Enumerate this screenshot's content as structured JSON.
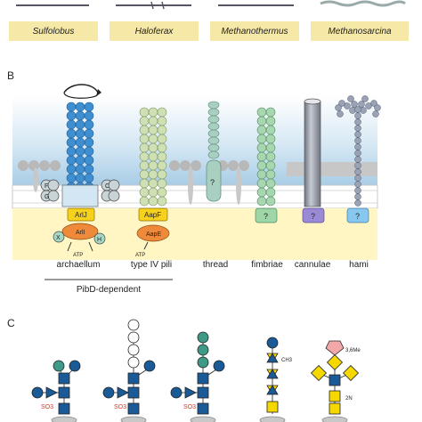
{
  "panel_a": {
    "organisms": [
      "Sulfolobus",
      "Haloferax",
      "Methanothermus",
      "Methanosarcina"
    ]
  },
  "panel_b": {
    "letter": "B",
    "structures": [
      "archaellum",
      "type IV pili",
      "thread",
      "fimbriae",
      "cannulae",
      "hami"
    ],
    "group_label": "PibD-dependent",
    "protein_labels": {
      "arl_j": "ArlJ",
      "arl_i": "ArlI",
      "aap_f": "AapF",
      "aap_e": "AapE",
      "atp_1": "ATP",
      "atp_2": "ATP",
      "f": "F",
      "g": "G",
      "c": "C",
      "x": "X",
      "h": "H",
      "unknown": "?"
    }
  },
  "panel_c": {
    "letter": "C",
    "labels": {
      "so3": "SO3",
      "ch3": "CH3",
      "methyl": "3,6Me",
      "two_n": "2N"
    }
  },
  "colors": {
    "organism_box": "#f6e8a6",
    "membrane_top": "#bcd8ec",
    "archaellum": "#3f8fd0",
    "pili": "#cfe0b5",
    "fimbriae": "#a8d6b0",
    "atpase_yellow": "#f7d21c",
    "atpase_orange": "#ee8a3a",
    "query_green": "#9ed6a8",
    "query_purple": "#9a8ad6",
    "query_blue": "#88c8ef",
    "hami": "#9aa3b6",
    "glycan_blue": "#1a5a96",
    "glycan_green": "#3e9a86",
    "glycan_yellow": "#f4d800",
    "glycan_pink": "#f2a8a8",
    "so3_red": "#d6361b"
  }
}
